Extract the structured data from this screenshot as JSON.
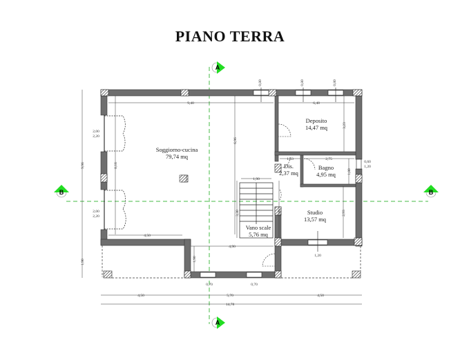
{
  "title": "PIANO TERRA",
  "colors": {
    "wall": "#6e6e6e",
    "wall_dark": "#444444",
    "section_marker": "#22dd22",
    "section_line": "#44bb44"
  },
  "rooms": [
    {
      "name": "Soggiorno-cucina",
      "area": "79,74 mq"
    },
    {
      "name": "Deposito",
      "area": "14,47 mq"
    },
    {
      "name": "Dis.",
      "area": "2,37 mq"
    },
    {
      "name": "Bagno",
      "area": "4,95 mq"
    },
    {
      "name": "Studio",
      "area": "13,57 mq"
    },
    {
      "name": "Vano scale",
      "area": "5,76 mq"
    }
  ],
  "dimensions": {
    "living_width": "9,40",
    "deposito_width": "6,48",
    "deposito_height": "3,23",
    "living_height_inner": "8,16",
    "living_height_right": "6,96",
    "overall_height": "9,96",
    "dis_width": "1,63",
    "bagno_width": "2,75",
    "bagno_height": "1,80",
    "stair_width": "1,90",
    "stair_height": "3,30",
    "stair_right": "3,20",
    "studio_height": "2,93",
    "porch_left": "4,50",
    "porch_width": "4,90",
    "porch_depth": "1,90",
    "left_porch_depth": "1,90",
    "bottom_left": "4,50",
    "bottom_mid": "5,70",
    "bottom_right": "4,50",
    "bottom_total": "14,78"
  },
  "openings": {
    "window_top": [
      "0,80",
      "1,20"
    ],
    "door_left": [
      "2,00",
      "2,20"
    ],
    "window_bagno": [
      "0,60",
      "1,20"
    ],
    "window_studio": [
      "1,20",
      "2,20"
    ],
    "window_bottom": [
      "0,70",
      "1,20"
    ]
  },
  "section_markers": {
    "a_label": "A",
    "b_label": "B"
  }
}
